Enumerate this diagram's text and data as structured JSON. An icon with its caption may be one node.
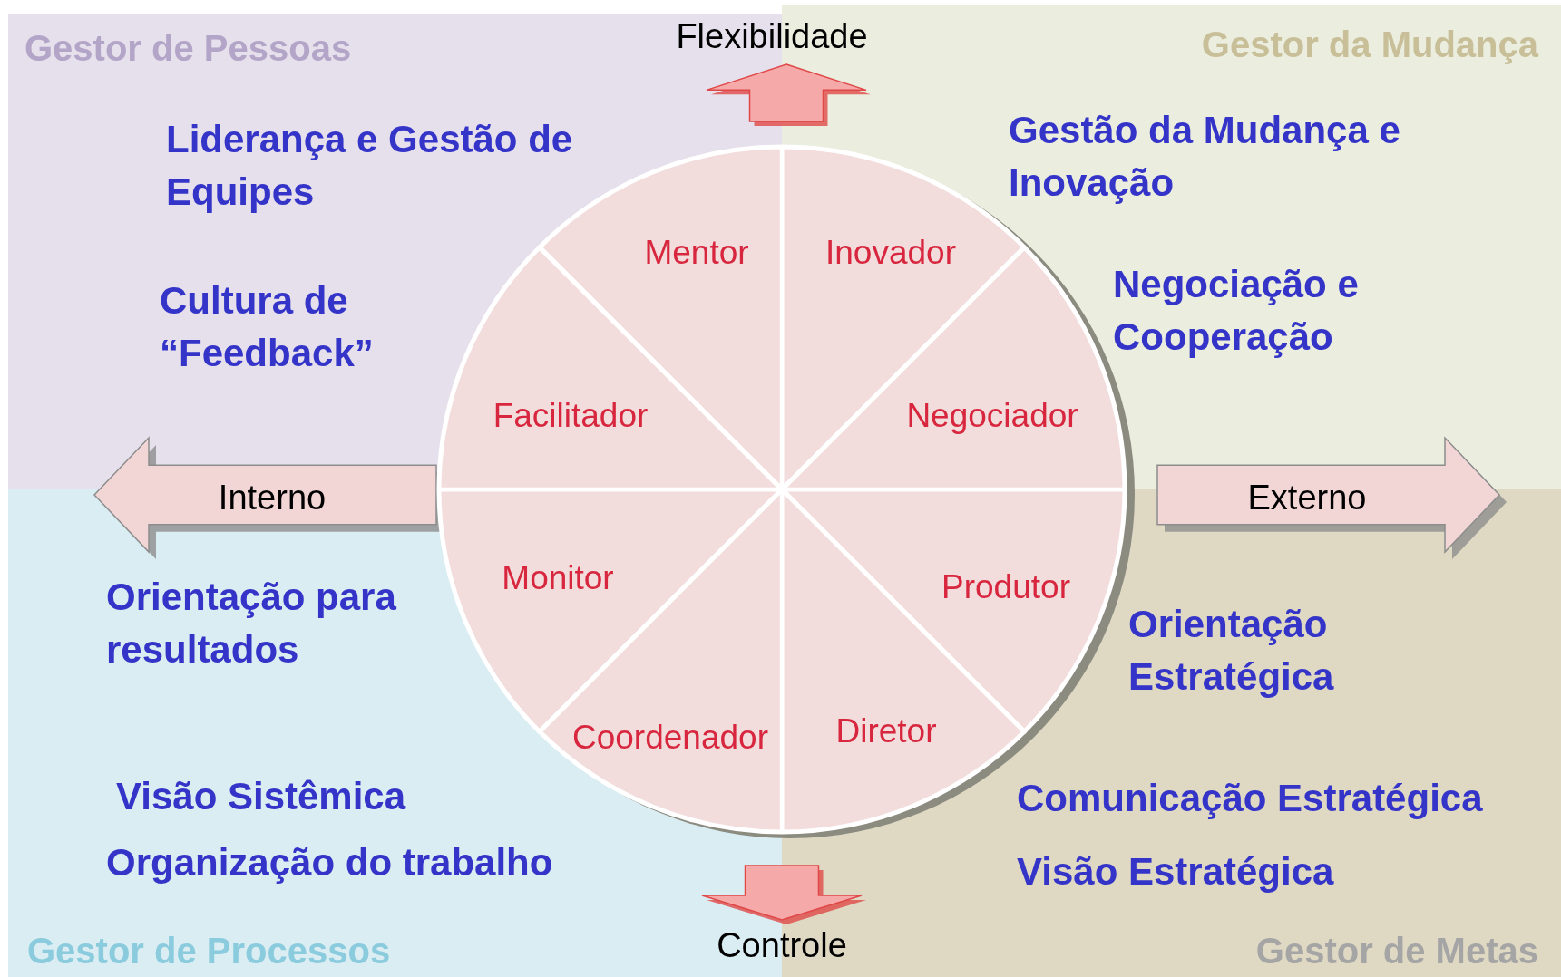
{
  "diagram": {
    "nodes": [
      {
        "text": [
          "Gestor de Pessoas",
          "Liderança e Gestão de Equipes",
          "Cultura de “Feedback”"
        ]
      },
      {
        "text": [
          "Gestor da Mudança",
          "Gestão da Mudança e Inovação",
          "Negociação e Cooperação"
        ]
      },
      {
        "text": [
          "Orientação para resultados",
          "Visão Sistêmica",
          "Organização do trabalho",
          "Gestor de Processos"
        ]
      },
      {
        "text": [
          "Orientação Estratégica",
          "Comunicação Estratégica",
          "Visão Estratégica",
          "Gestor de Metas"
        ]
      },
      {
        "text": [
          "Mentor"
        ],
        "in": 0
      },
      {
        "text": [
          "Inovador"
        ],
        "in": 1
      },
      {
        "text": [
          "Facilitador"
        ],
        "in": 0
      },
      {
        "text": [
          "Negociador"
        ],
        "in": 1
      },
      {
        "text": [
          "Monitor"
        ],
        "in": 2
      },
      {
        "text": [
          "Produtor"
        ],
        "in": 3
      },
      {
        "text": [
          "Coordenador"
        ],
        "in": 2
      },
      {
        "text": [
          "Diretor"
        ],
        "in": 3
      }
    ],
    "edges": [],
    "labels": [
      "Flexibilidade",
      "Interno",
      "Externo",
      "Controle"
    ]
  }
}
